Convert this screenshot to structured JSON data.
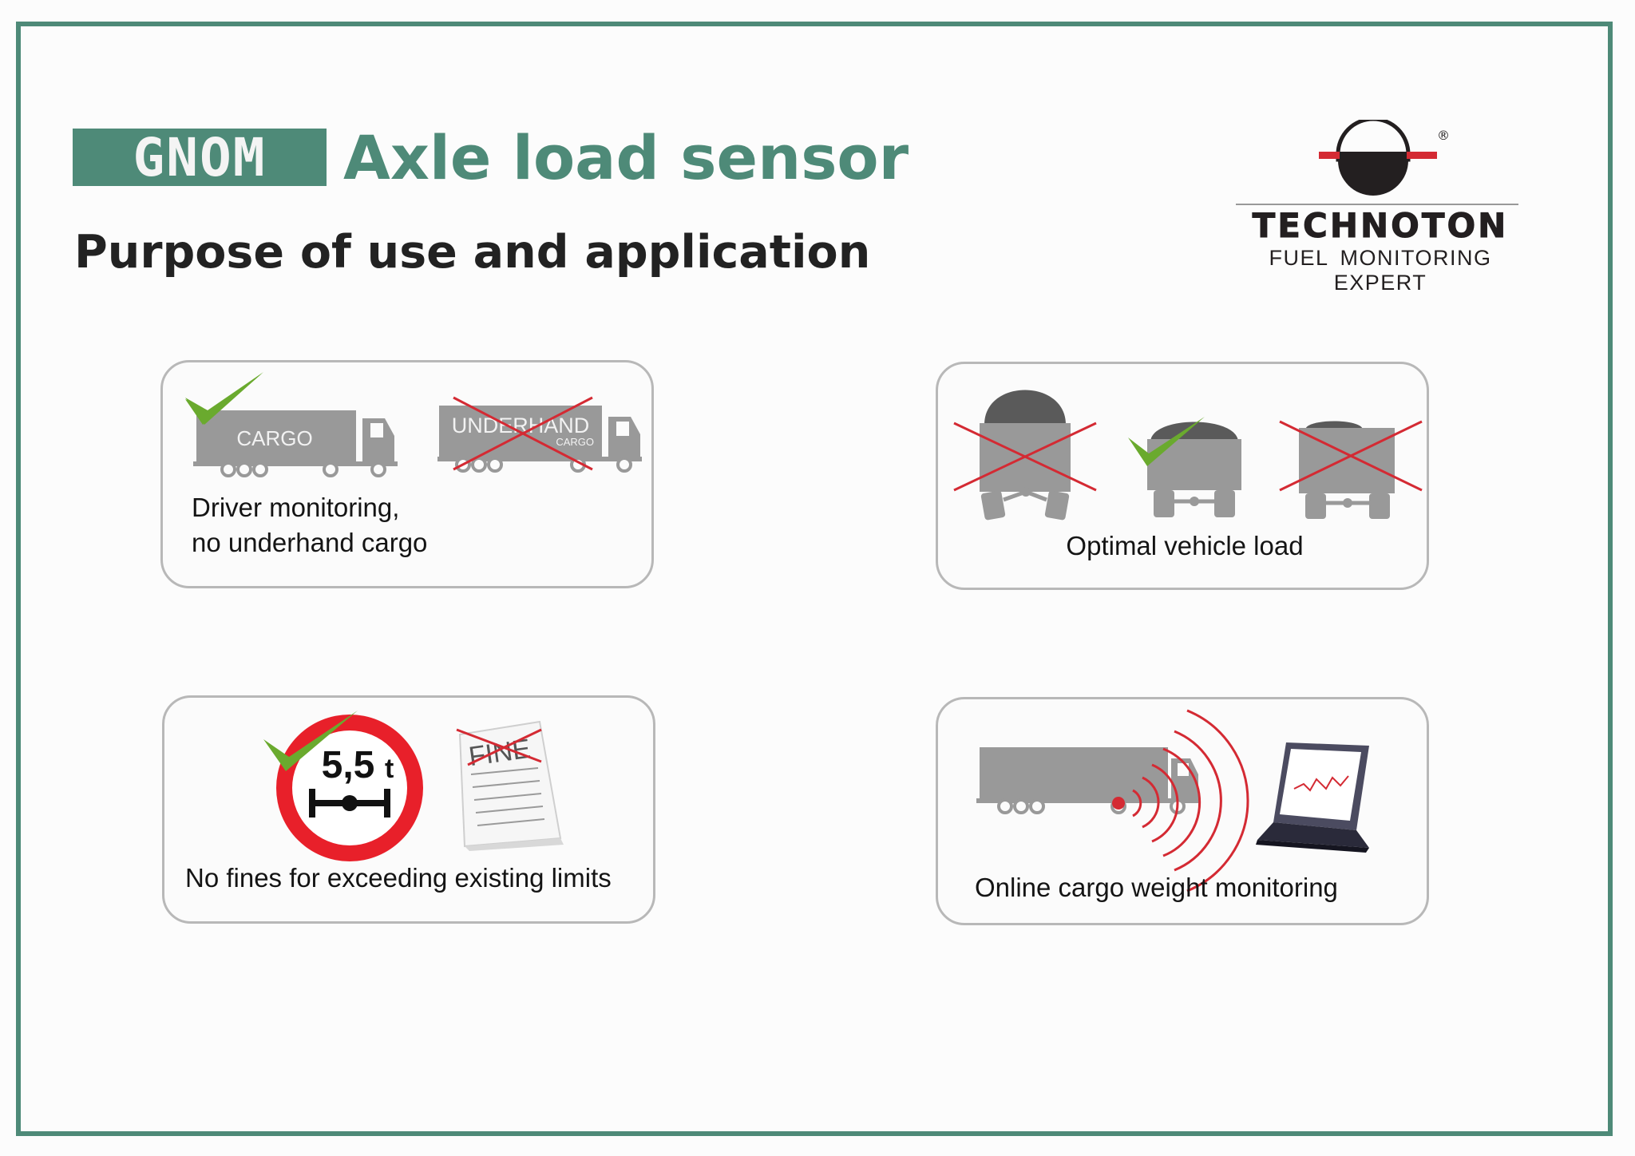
{
  "header": {
    "badge": "GNOM",
    "title": "Axle load sensor",
    "subtitle": "Purpose of use and application"
  },
  "logo": {
    "registered_mark": "®",
    "brand": "TECHNOTON",
    "tagline": "FUEL MONITORING EXPERT"
  },
  "cards": [
    {
      "caption_line1": "Driver monitoring,",
      "caption_line2": "no underhand cargo",
      "trailer_label_ok": "CARGO",
      "trailer_label_bad": "UNDERHAND",
      "trailer_label_bad_small": "CARGO",
      "icons": [
        "checkmark-icon",
        "truck-icon",
        "cross-icon"
      ]
    },
    {
      "caption": "Optimal vehicle load",
      "icons": [
        "cross-icon",
        "checkmark-icon",
        "cross-icon"
      ]
    },
    {
      "caption": "No fines for exceeding existing limits",
      "sign_value": "5,5",
      "sign_unit": "t",
      "document_label": "FINE",
      "icons": [
        "road-sign-icon",
        "checkmark-icon",
        "document-icon"
      ]
    },
    {
      "caption": "Online cargo weight monitoring",
      "icons": [
        "truck-icon",
        "signal-waves-icon",
        "laptop-icon"
      ]
    }
  ],
  "colors": {
    "brand_green": "#4e8a78",
    "check_green": "#6aaa2e",
    "cross_red": "#d42a33",
    "icon_gray": "#9a9a9a",
    "card_border": "#b8b8b8"
  }
}
